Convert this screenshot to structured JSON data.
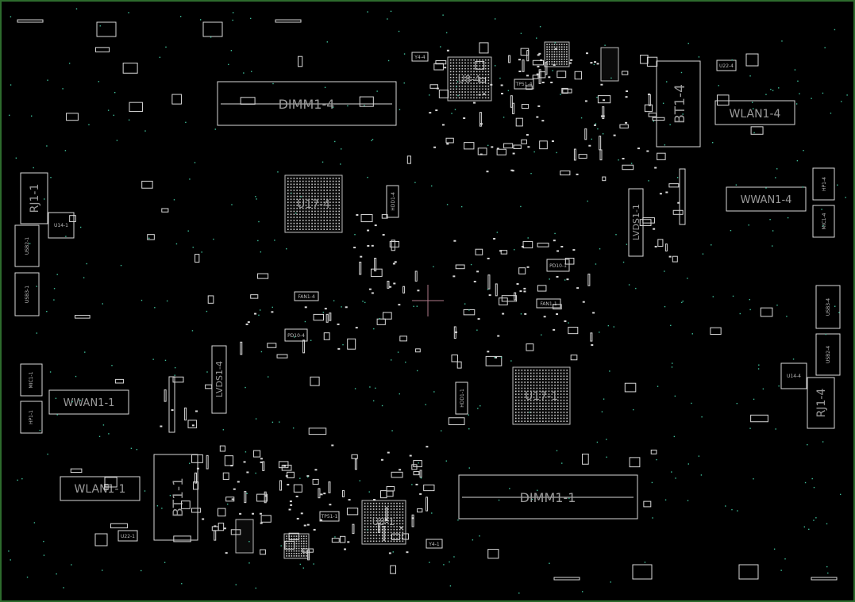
{
  "board": {
    "frame_color": "#2d6b2d",
    "outline_color": "#d8d8d8",
    "via_color": "#3fbf9a",
    "crosshair_color": "#b07a8a"
  },
  "labels": {
    "dimm1_4": "DIMM1-4",
    "dimm1_1": "DIMM1-1",
    "bt1_4": "BT1-4",
    "bt1_1": "BT1-1",
    "wlan1_4": "WLAN1-4",
    "wlan1_1": "WLAN1-1",
    "wwan1_4": "WWAN1-4",
    "wwan1_1": "WWAN1-1",
    "rj1_1": "RJ1-1",
    "rj1_4": "RJ1-4",
    "usb2_1": "USB2-1",
    "usb3_1": "USB3-1",
    "usb3_4": "USB3-4",
    "usb2_4": "USB2-4",
    "mic1_1": "MIC1-1",
    "hp1_1": "HP1-1",
    "hp1_4": "HP1-4",
    "mic1_4": "MIC1-4",
    "lvds1_1": "LVDS1-1",
    "lvds1_4": "LVDS1-4",
    "u14_1": "U14-1",
    "u14_4": "U14-4",
    "u17_4": "U17-4",
    "u17_1": "U17-1",
    "u8_4": "U8-4",
    "u8_1": "U8-1",
    "hdd1_4": "HDD1-4",
    "hdd1_1": "HDD1-1",
    "fan1_4": "FAN1-4",
    "fan1_1": "FAN1-1",
    "pd10_4": "PD10-4",
    "pd10_1": "PD10-1",
    "y4_4": "Y4-4",
    "y4_1": "Y4-1",
    "tp51_4": "TP51-4",
    "tp51_1": "TP51-1",
    "u22_4": "U22-4",
    "u22_1": "U22-1"
  }
}
